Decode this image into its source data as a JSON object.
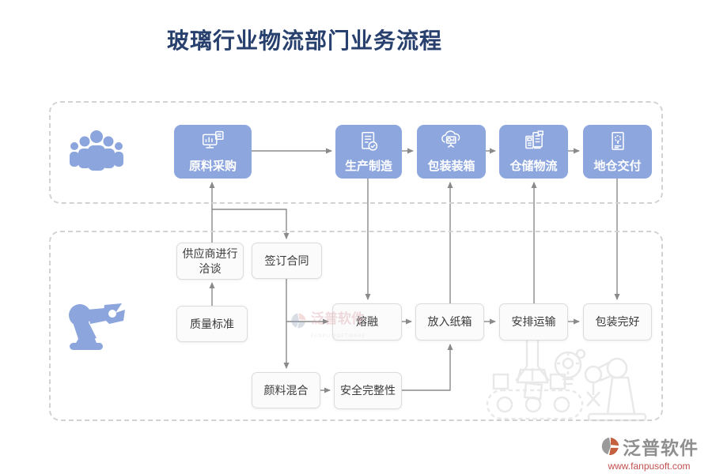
{
  "title": "玻璃行业物流部门业务流程",
  "colors": {
    "title": "#27406d",
    "process_box": "#8da6de",
    "process_box_text": "#ffffff",
    "task_box_bg": "#fbfbfb",
    "task_box_border": "#dcdcdc",
    "connector_line": "#8a8a8a",
    "lane_border": "#d2d2d2",
    "icon_blue": "#8ca6dd",
    "accent_red": "#c0504d"
  },
  "top_lane": {
    "boxes": [
      {
        "label": "原料采购",
        "icon": "monitor-chart-icon"
      },
      {
        "label": "生产制造",
        "icon": "document-check-icon"
      },
      {
        "label": "包装装箱",
        "icon": "cloud-board-icon"
      },
      {
        "label": "仓储物流",
        "icon": "calculator-list-icon"
      },
      {
        "label": "地仓交付",
        "icon": "document-bulb-icon"
      }
    ]
  },
  "bottom_lane": {
    "boxes": [
      {
        "label": "供应商进行洽谈"
      },
      {
        "label": "签订合同"
      },
      {
        "label": "质量标准"
      },
      {
        "label": "熔融"
      },
      {
        "label": "放入纸箱"
      },
      {
        "label": "安排运输"
      },
      {
        "label": "包装完好"
      },
      {
        "label": "颜料混合"
      },
      {
        "label": "安全完整性"
      }
    ]
  },
  "watermark_center": {
    "name": "泛普软件",
    "subtitle": "FANPU SOFTWARE"
  },
  "footer": {
    "brand": "泛普软件",
    "url": "www.fanpusoft.com"
  }
}
